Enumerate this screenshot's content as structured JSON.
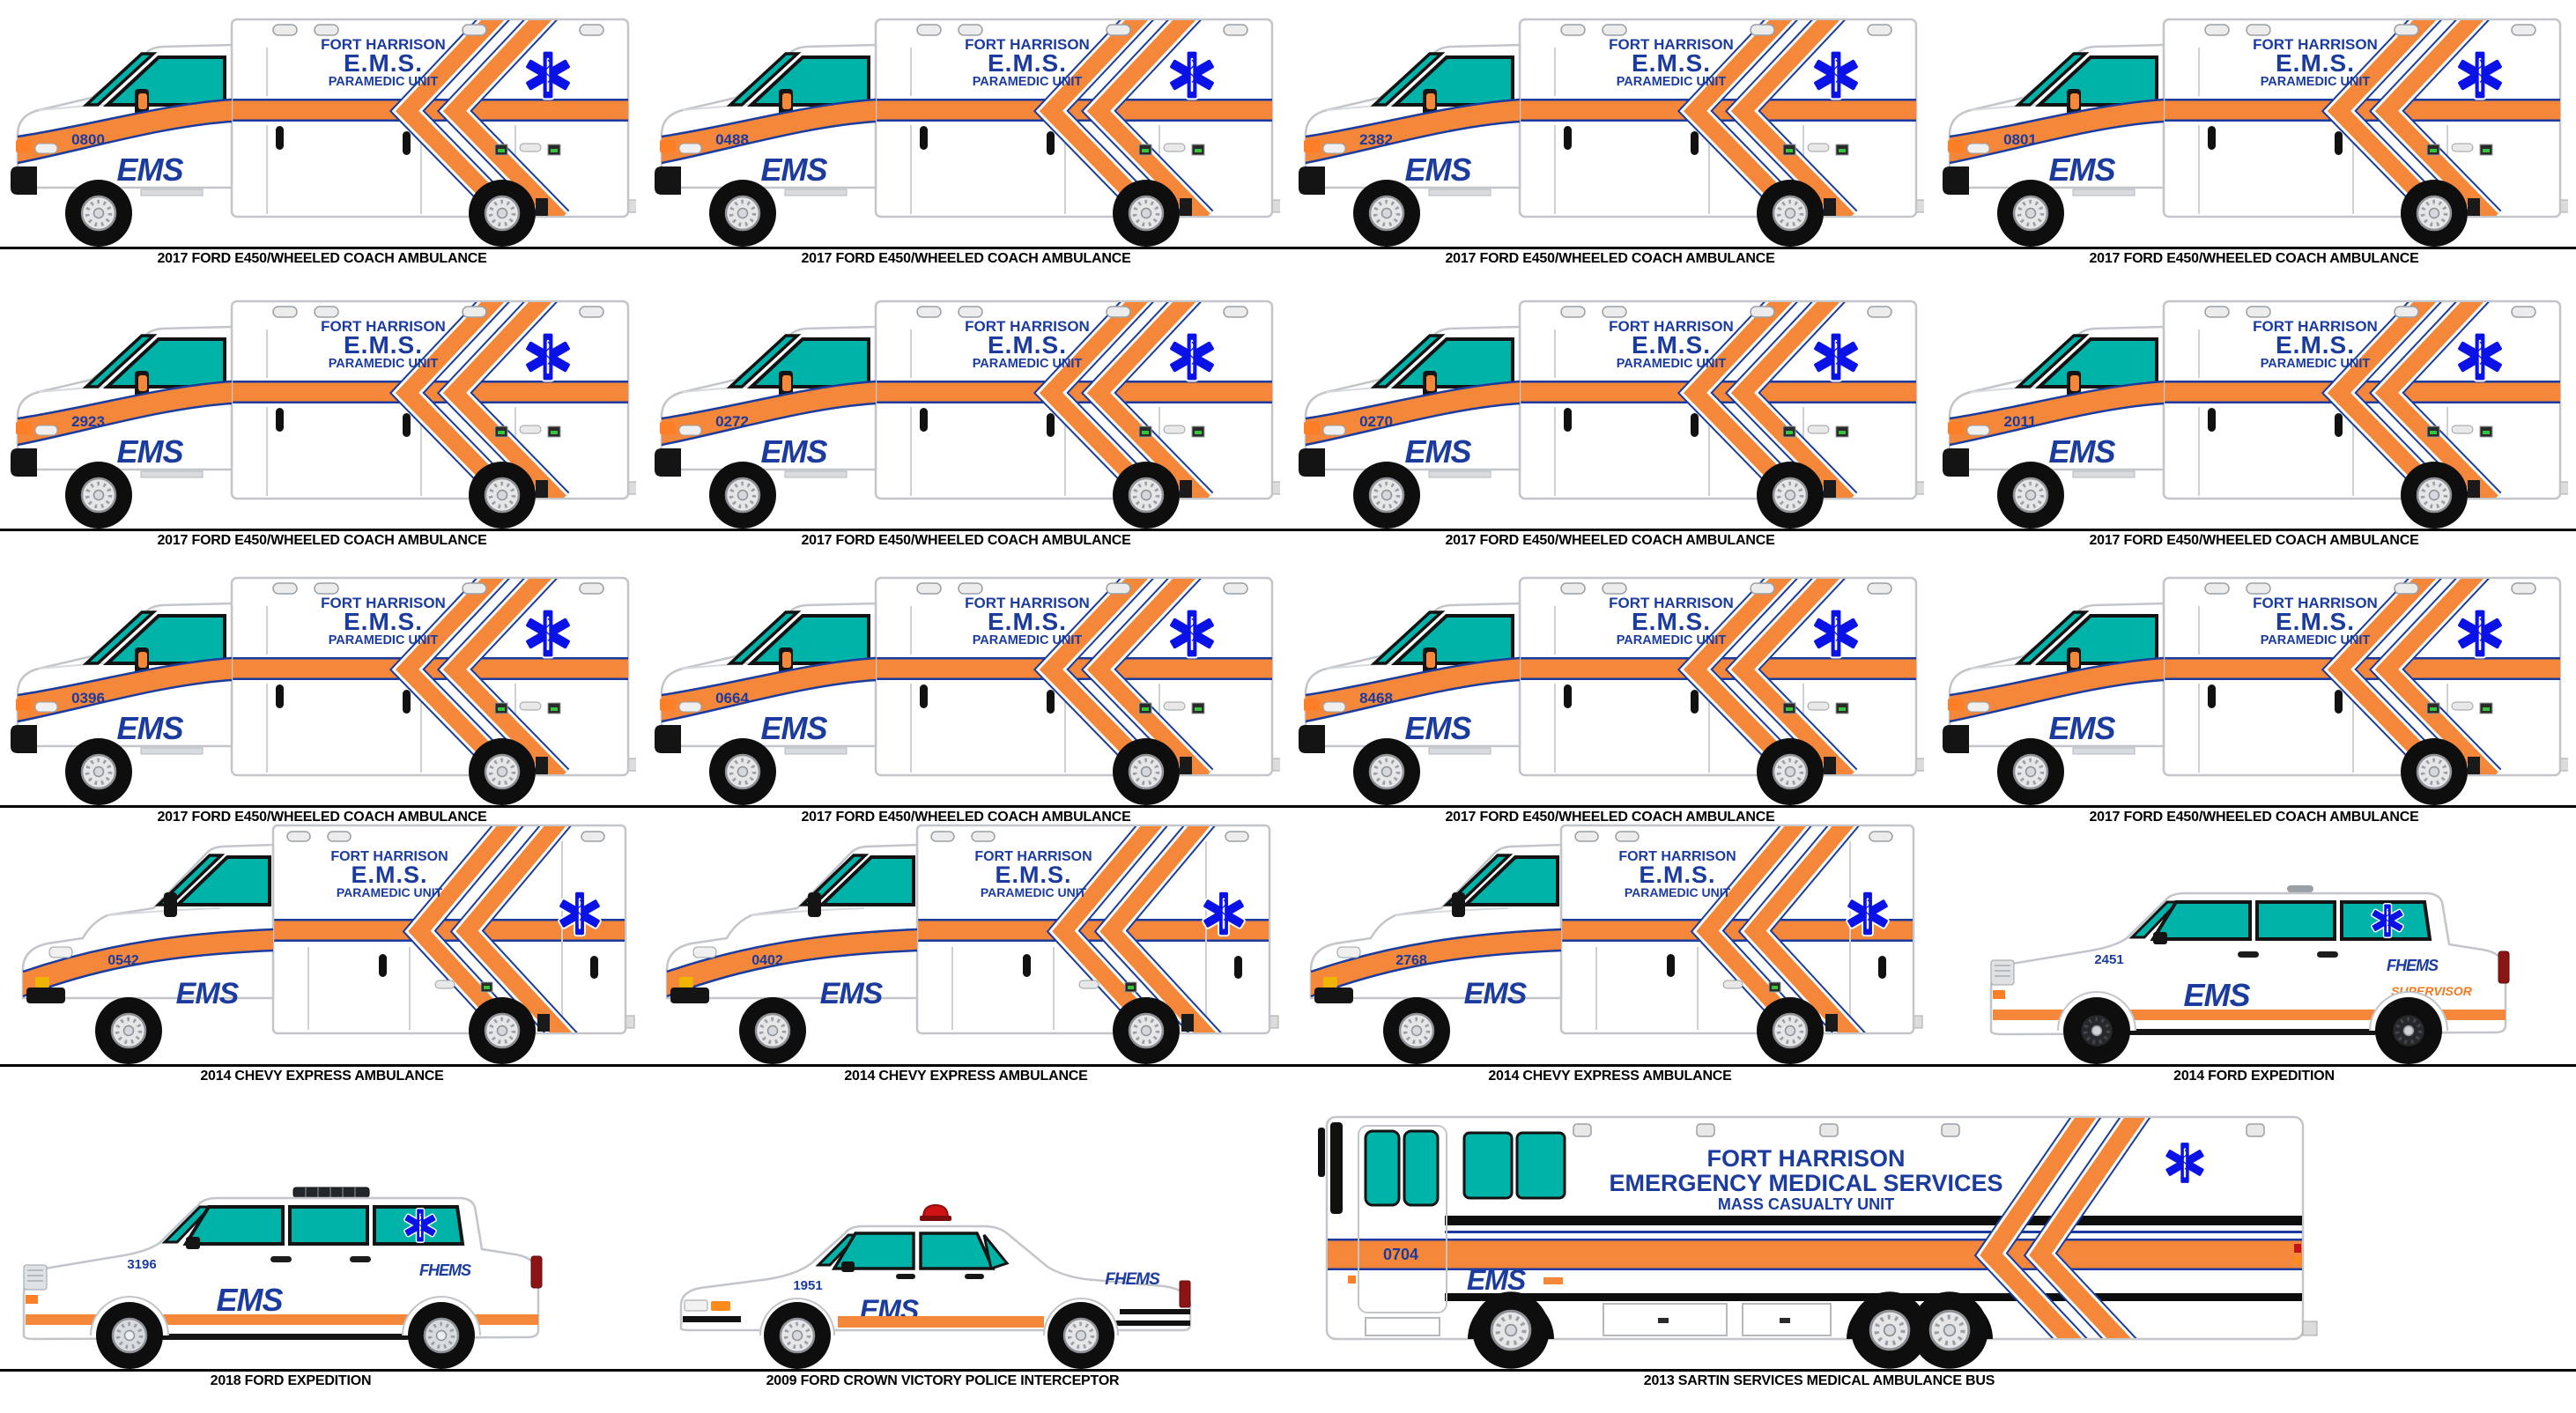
{
  "livery": {
    "agency_line1": "FORT HARRISON",
    "agency_line2": "E.M.S.",
    "agency_line3": "PARAMEDIC UNIT",
    "logo": "EMS",
    "bus_line1": "FORT HARRISON",
    "bus_line2": "EMERGENCY MEDICAL SERVICES",
    "bus_line3": "MASS CASUALTY UNIT",
    "colors": {
      "stripe_orange": "#f5873a",
      "marking_navy": "#1b3c9e",
      "glass_teal": "#00b3a9",
      "star_of_life_blue": "#0b12e6",
      "supervisor_orange": "#f57a1e",
      "caption_black": "#000000"
    }
  },
  "rows": [
    {
      "vehicles": [
        {
          "type": "e450",
          "unit": "0800",
          "caption": "2017 FORD E450/WHEELED COACH AMBULANCE"
        },
        {
          "type": "e450",
          "unit": "0488",
          "caption": "2017 FORD E450/WHEELED COACH AMBULANCE"
        },
        {
          "type": "e450",
          "unit": "2382",
          "caption": "2017 FORD E450/WHEELED COACH AMBULANCE"
        },
        {
          "type": "e450",
          "unit": "0801",
          "caption": "2017 FORD E450/WHEELED COACH AMBULANCE"
        }
      ]
    },
    {
      "vehicles": [
        {
          "type": "e450",
          "unit": "2923",
          "caption": "2017 FORD E450/WHEELED COACH AMBULANCE"
        },
        {
          "type": "e450",
          "unit": "0272",
          "caption": "2017 FORD E450/WHEELED COACH AMBULANCE"
        },
        {
          "type": "e450",
          "unit": "0270",
          "caption": "2017 FORD E450/WHEELED COACH AMBULANCE"
        },
        {
          "type": "e450",
          "unit": "2011",
          "caption": "2017 FORD E450/WHEELED COACH AMBULANCE"
        }
      ]
    },
    {
      "vehicles": [
        {
          "type": "e450",
          "unit": "0396",
          "caption": "2017 FORD E450/WHEELED COACH AMBULANCE"
        },
        {
          "type": "e450",
          "unit": "0664",
          "caption": "2017 FORD E450/WHEELED COACH AMBULANCE"
        },
        {
          "type": "e450",
          "unit": "8468",
          "caption": "2017 FORD E450/WHEELED COACH AMBULANCE"
        },
        {
          "type": "e450",
          "unit": "",
          "caption": "2017 FORD E450/WHEELED COACH AMBULANCE"
        }
      ]
    },
    {
      "vehicles": [
        {
          "type": "chevy",
          "unit": "0542",
          "caption": "2014 CHEVY EXPRESS AMBULANCE"
        },
        {
          "type": "chevy",
          "unit": "0402",
          "caption": "2014 CHEVY EXPRESS AMBULANCE"
        },
        {
          "type": "chevy",
          "unit": "2768",
          "caption": "2014 CHEVY EXPRESS AMBULANCE"
        },
        {
          "type": "expedition",
          "variant": "2014",
          "unit": "2451",
          "fhems": "FHEMS",
          "supervisor": "SUPERVISOR",
          "caption": "2014 FORD EXPEDITION"
        }
      ]
    },
    {
      "vehicles": [
        {
          "type": "expedition",
          "variant": "2018",
          "unit": "3196",
          "fhems": "FHEMS",
          "supervisor": "",
          "caption": "2018 FORD EXPEDITION"
        },
        {
          "type": "crownvic",
          "unit": "1951",
          "fhems": "FHEMS",
          "caption": "2009 FORD CROWN VICTORY POLICE INTERCEPTOR"
        },
        {
          "type": "bus",
          "unit": "0704",
          "caption": "2013 SARTIN SERVICES MEDICAL AMBULANCE BUS"
        }
      ]
    }
  ]
}
